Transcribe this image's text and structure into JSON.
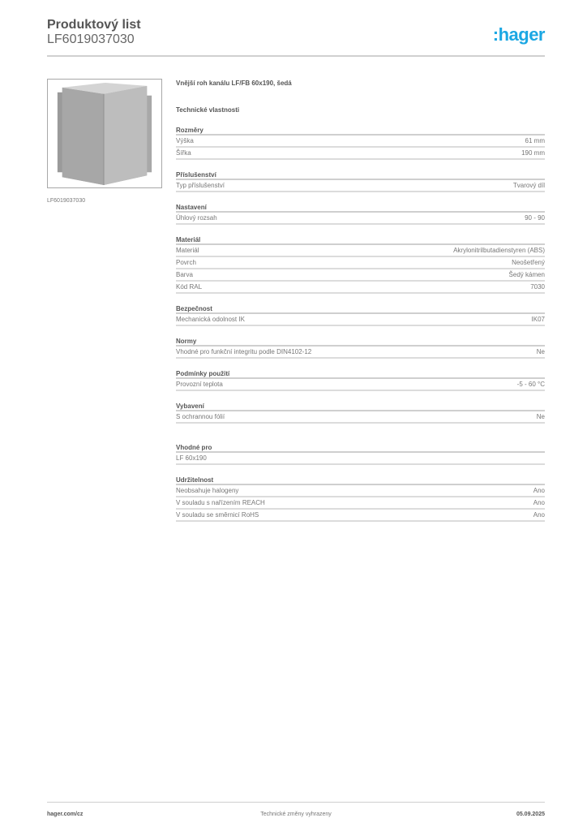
{
  "header": {
    "title": "Produktový list",
    "code": "LF6019037030",
    "logo": ":hager",
    "logo_color": "#1ba7e3"
  },
  "image": {
    "caption": "LF6019037030",
    "alt": "Vnější roh kanálu (grey corner piece)"
  },
  "product": {
    "name": "Vnější roh kanálu LF/FB 60x190, šedá",
    "section": "Technické vlastnosti"
  },
  "groups": [
    {
      "title": "Rozměry",
      "rows": [
        {
          "label": "Výška",
          "value": "61 mm"
        },
        {
          "label": "Šířka",
          "value": "190 mm"
        }
      ]
    },
    {
      "title": "Příslušenství",
      "rows": [
        {
          "label": "Typ příslušenství",
          "value": "Tvarový díl"
        }
      ]
    },
    {
      "title": "Nastavení",
      "rows": [
        {
          "label": "Úhlový rozsah",
          "value": "90 - 90"
        }
      ]
    },
    {
      "title": "Materiál",
      "rows": [
        {
          "label": "Materiál",
          "value": "Akrylonitrilbutadienstyren (ABS)"
        },
        {
          "label": "Povrch",
          "value": "Neošetřený"
        },
        {
          "label": "Barva",
          "value": "Šedý kámen"
        },
        {
          "label": "Kód RAL",
          "value": "7030"
        }
      ]
    },
    {
      "title": "Bezpečnost",
      "rows": [
        {
          "label": "Mechanická odolnost IK",
          "value": "IK07"
        }
      ]
    },
    {
      "title": "Normy",
      "rows": [
        {
          "label": "Vhodné pro funkční integritu podle DIN4102-12",
          "value": "Ne"
        }
      ]
    },
    {
      "title": "Podmínky použití",
      "rows": [
        {
          "label": "Provozní teplota",
          "value": "-5 - 60 °C"
        }
      ]
    },
    {
      "title": "Vybavení",
      "rows": [
        {
          "label": "S ochrannou fólií",
          "value": "Ne"
        }
      ]
    },
    {
      "title": "Vhodné pro",
      "rows": [
        {
          "label": "LF 60x190",
          "value": ""
        }
      ]
    },
    {
      "title": "Udržitelnost",
      "rows": [
        {
          "label": "Neobsahuje halogeny",
          "value": "Ano"
        },
        {
          "label": "V souladu s nařízením REACH",
          "value": "Ano"
        },
        {
          "label": "V souladu se směrnicí RoHS",
          "value": "Ano"
        }
      ]
    }
  ],
  "footer": {
    "website": "hager.com/cz",
    "disclaimer": "Technické změny vyhrazeny",
    "date": "05.09.2025"
  }
}
